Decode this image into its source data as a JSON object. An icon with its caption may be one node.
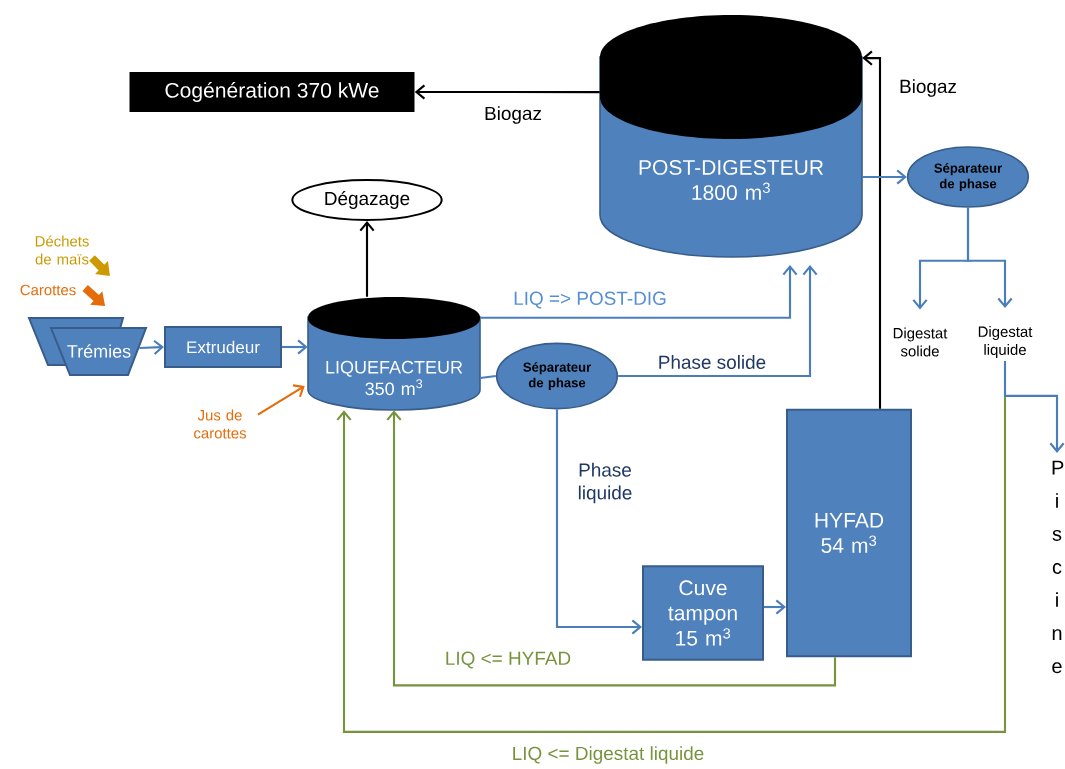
{
  "diagram": {
    "nodes": [
      {
        "text": [
          "Cogénération 370 kWe"
        ]
      },
      {
        "text": [
          "POST-DIGESTEUR 1800 m$^{3}$"
        ]
      },
      {
        "text": [
          "Dégazage"
        ]
      },
      {
        "text": [
          "Séparateur de phase"
        ]
      },
      {
        "text": [
          "Trémies"
        ]
      },
      {
        "text": [
          "Extrudeur"
        ]
      },
      {
        "text": [
          "LIQUEFACTEUR 350 m$^{3}$"
        ]
      },
      {
        "text": [
          "Séparateur de phase"
        ]
      },
      {
        "text": [
          "Digestat solide"
        ]
      },
      {
        "text": [
          "Digestat liquide"
        ]
      },
      {
        "text": [
          "Piscine"
        ]
      },
      {
        "text": [
          "HYFAD 54 m$^{3}$"
        ]
      },
      {
        "text": [
          "Cuve tampon 15 m$^{3}$"
        ]
      },
      {
        "text": [
          "Déchets de maïs"
        ]
      },
      {
        "text": [
          "Carottes"
        ]
      },
      {
        "text": [
          "Jus de carottes"
        ]
      }
    ],
    "edges": [
      {
        "from": 1,
        "to": 0,
        "arrow": "to",
        "label": "Biogaz",
        "color": "#000000"
      },
      {
        "from": 6,
        "to": 2,
        "arrow": "to",
        "color": "#000000"
      },
      {
        "from": 13,
        "to": null,
        "arrow": "to",
        "style": "thick",
        "color": "#cc9900"
      },
      {
        "from": 14,
        "to": null,
        "arrow": "to",
        "style": "thick",
        "color": "#e46c0a"
      },
      {
        "from": 4,
        "to": 5,
        "arrow": "to"
      },
      {
        "from": 5,
        "to": 6,
        "arrow": "to"
      },
      {
        "from": 15,
        "to": 6,
        "arrow": "to",
        "color": "#e46c0a"
      },
      {
        "from": 6,
        "to": 1,
        "arrow": "to",
        "label": "LIQ => POST-DIG"
      },
      {
        "from": 6,
        "to": 7,
        "arrow": "none"
      },
      {
        "from": 7,
        "to": 1,
        "arrow": "to",
        "label": "Phase solide"
      },
      {
        "from": 7,
        "to": 12,
        "arrow": "to",
        "label": "Phase liquide"
      },
      {
        "from": 12,
        "to": 11,
        "arrow": "to"
      },
      {
        "from": 11,
        "to": 1,
        "arrow": "to",
        "label": "Biogaz",
        "color": "#000000"
      },
      {
        "from": 1,
        "to": 3,
        "arrow": "to"
      },
      {
        "from": 3,
        "to": 8,
        "arrow": "to"
      },
      {
        "from": 3,
        "to": 9,
        "arrow": "to"
      },
      {
        "from": 9,
        "to": 10,
        "arrow": "to"
      },
      {
        "from": 11,
        "to": 6,
        "arrow": "to",
        "label": "LIQ <= HYFAD",
        "color": "#77933c"
      },
      {
        "from": 9,
        "to": 6,
        "arrow": "to",
        "label": "LIQ <= Digestat liquide",
        "color": "#77933c"
      }
    ]
  }
}
